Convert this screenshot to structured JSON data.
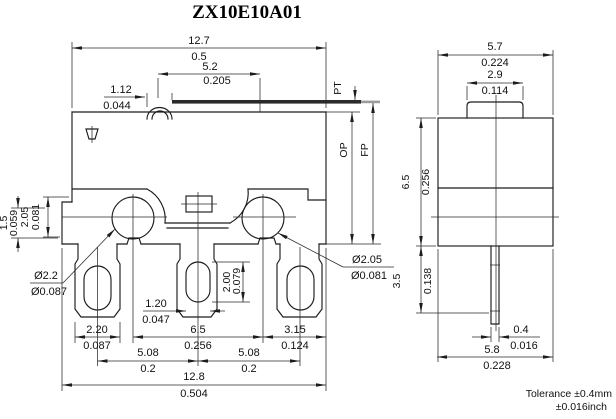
{
  "title": "ZX10E10A01",
  "tolerance": {
    "line1": "Tolerance ±0.4mm",
    "line2": "±0.016inch"
  },
  "colors": {
    "line": "#1c1c1c",
    "lever": "#2b2b2b",
    "lever_tail": "#9c9c9c",
    "background": "#ffffff"
  },
  "front_view": {
    "travel_labels": {
      "pt": "PT",
      "op": "OP",
      "fp": "FP"
    },
    "dims": {
      "overall_width": {
        "mm": "12.7",
        "inch": "0.5"
      },
      "lever_length": {
        "mm": "5.2",
        "inch": "0.205"
      },
      "lever_tip_offset": {
        "mm": "1.12",
        "inch": "0.044"
      },
      "step_height": {
        "mm": "1.5",
        "inch": "0.059"
      },
      "hole_center_height": {
        "mm": "2.05",
        "inch": "0.081"
      },
      "left_hole_dia": {
        "mm": "Ø2.2",
        "inch": "Ø0.087"
      },
      "right_hole_dia": {
        "mm": "Ø2.05",
        "inch": "Ø0.081"
      },
      "slot_width": {
        "mm": "1.20",
        "inch": "0.047"
      },
      "slot_height": {
        "mm": "2.00",
        "inch": "0.079"
      },
      "left_terminal_width": {
        "mm": "2.20",
        "inch": "0.087"
      },
      "hole_spacing": {
        "mm": "6.5",
        "inch": "0.256"
      },
      "right_edge_offset": {
        "mm": "3.15",
        "inch": "0.124"
      },
      "terminal_pitch_left": {
        "mm": "5.08",
        "inch": "0.2"
      },
      "terminal_pitch_right": {
        "mm": "5.08",
        "inch": "0.2"
      },
      "overall_width_bottom": {
        "mm": "12.8",
        "inch": "0.504"
      }
    }
  },
  "side_view": {
    "dims": {
      "overall_width": {
        "mm": "5.7",
        "inch": "0.224"
      },
      "button_width": {
        "mm": "2.9",
        "inch": "0.114"
      },
      "body_height": {
        "mm": "6.5",
        "inch": "0.256"
      },
      "pin_length": {
        "mm": "3.5",
        "inch": "0.138"
      },
      "pin_thickness": {
        "mm": "0.4",
        "inch": "0.016"
      },
      "overall_width_bottom": {
        "mm": "5.8",
        "inch": "0.228"
      }
    }
  }
}
